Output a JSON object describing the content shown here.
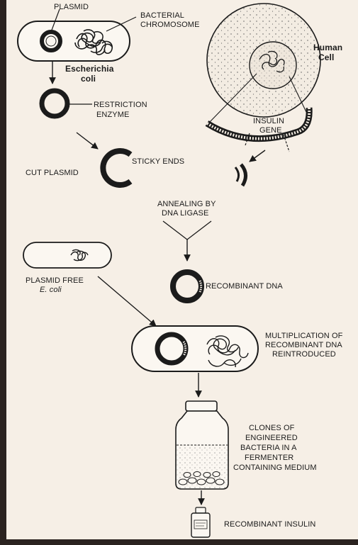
{
  "labels": {
    "plasmid": "PLASMID",
    "bacterial_chromosome_1": "BACTERIAL",
    "bacterial_chromosome_2": "CHROMOSOME",
    "escherichia": "Escherichia",
    "coli": "coli",
    "human_cell_1": "Human",
    "human_cell_2": "Cell",
    "restriction_enzyme_1": "RESTRICTION",
    "restriction_enzyme_2": "ENZYME",
    "insulin_gene_1": "INSULIN",
    "insulin_gene_2": "GENE",
    "cut_plasmid": "CUT PLASMID",
    "sticky_ends": "STICKY ENDS",
    "annealing_1": "ANNEALING BY",
    "annealing_2": "DNA LIGASE",
    "plasmid_free_1": "PLASMID FREE",
    "plasmid_free_2": "E. coli",
    "recombinant_dna": "RECOMBINANT DNA",
    "multiplication_1": "MULTIPLICATION OF",
    "multiplication_2": "RECOMBINANT DNA",
    "multiplication_3": "REINTRODUCED",
    "clones_1": "CLONES OF",
    "clones_2": "ENGINEERED",
    "clones_3": "BACTERIA IN A",
    "clones_4": "FERMENTER",
    "clones_5": "CONTAINING MEDIUM",
    "recombinant_insulin": "RECOMBINANT INSULIN"
  },
  "colors": {
    "background": "#f6efe6",
    "ink": "#1b1b1b",
    "frame": "#2b2320"
  }
}
